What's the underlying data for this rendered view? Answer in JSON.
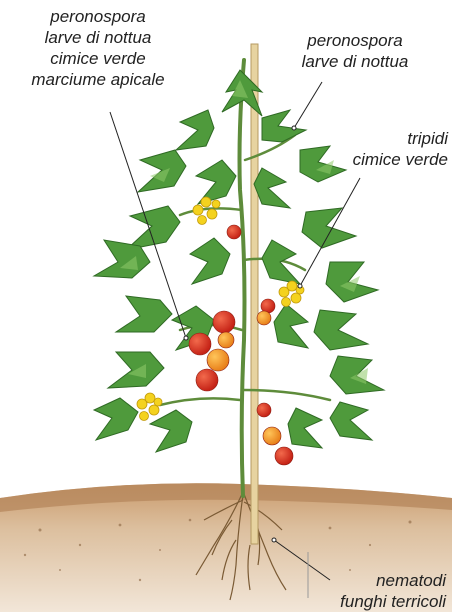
{
  "colors": {
    "soil": "#b98a5c",
    "soil_light": "#e3cbb0",
    "leaf": "#4f9a3c",
    "leaf_light": "#8fca6a",
    "stem": "#5e8c3b",
    "stake": "#e7d3a0",
    "tomato_red": "#d6331f",
    "tomato_orange": "#f39a1e",
    "flower": "#f4d21e"
  },
  "labels": {
    "top_left": [
      "peronospora",
      "larve di nottua",
      "cimice verde",
      "marciume apicale"
    ],
    "top_right": [
      "peronospora",
      "larve di nottua"
    ],
    "flowers": [
      "tripidi",
      "cimice verde"
    ],
    "roots": [
      "nematodi",
      "funghi terricoli"
    ]
  }
}
